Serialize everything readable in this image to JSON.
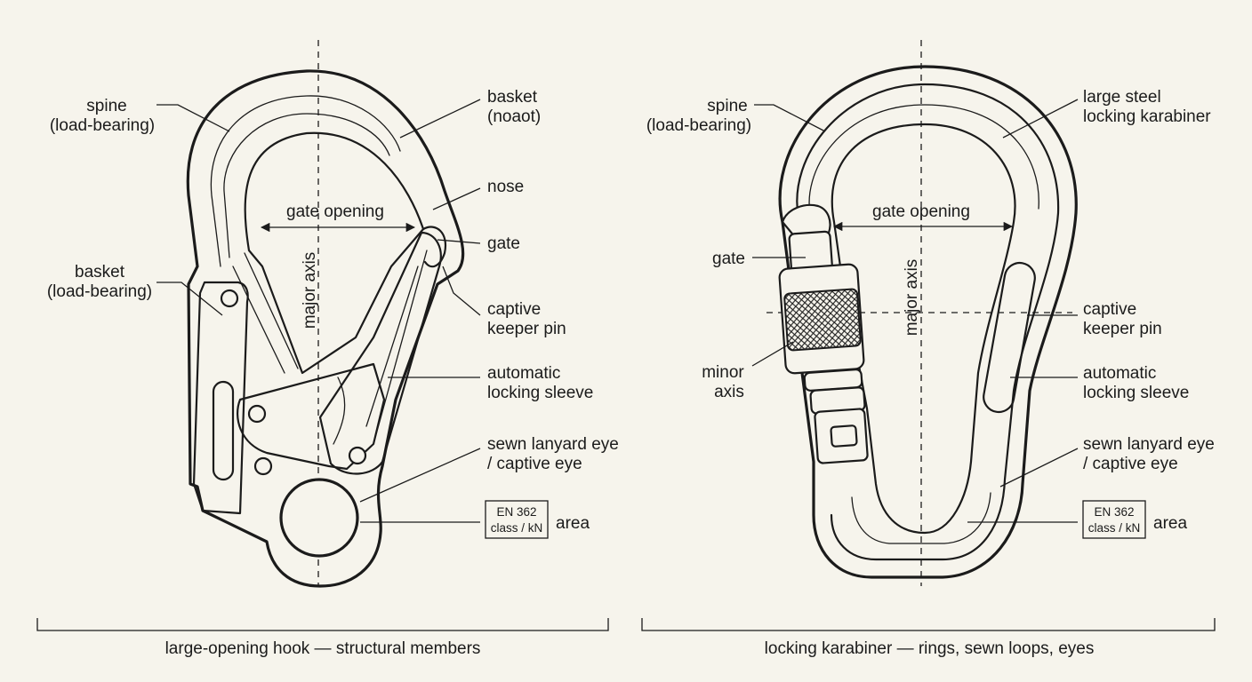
{
  "hook": {
    "labels": {
      "spine_1": "spine",
      "spine_2": "(load-bearing)",
      "basket_top_1": "basket",
      "basket_top_2": "(noaot)",
      "nose": "nose",
      "gate": "gate",
      "captive_pin_1": "captive",
      "captive_pin_2": "keeper pin",
      "sleeve_1": "automatic",
      "sleeve_2": "locking sleeve",
      "eye_1": "sewn lanyard eye",
      "eye_2": "/ captive eye",
      "basket_side_1": "basket",
      "basket_side_2": "(load-bearing)",
      "gate_opening": "gate opening",
      "major_axis": "major axis",
      "badge_1": "EN 362",
      "badge_2": "class / kN",
      "area": "area"
    },
    "caption": "large-opening hook — structural members"
  },
  "karabiner": {
    "labels": {
      "spine_1": "spine",
      "spine_2": "(load-bearing)",
      "title_1": "large steel",
      "title_2": "locking karabiner",
      "gate": "gate",
      "minor_1": "minor",
      "minor_2": "axis",
      "gate_opening": "gate opening",
      "major_axis": "major axis",
      "captive_pin_1": "captive",
      "captive_pin_2": "keeper pin",
      "sleeve_1": "automatic",
      "sleeve_2": "locking sleeve",
      "eye_1": "sewn lanyard eye",
      "eye_2": "/ captive eye",
      "badge_1": "EN 362",
      "badge_2": "class / kN",
      "area": "area"
    },
    "caption": "locking karabiner — rings, sewn loops, eyes"
  }
}
